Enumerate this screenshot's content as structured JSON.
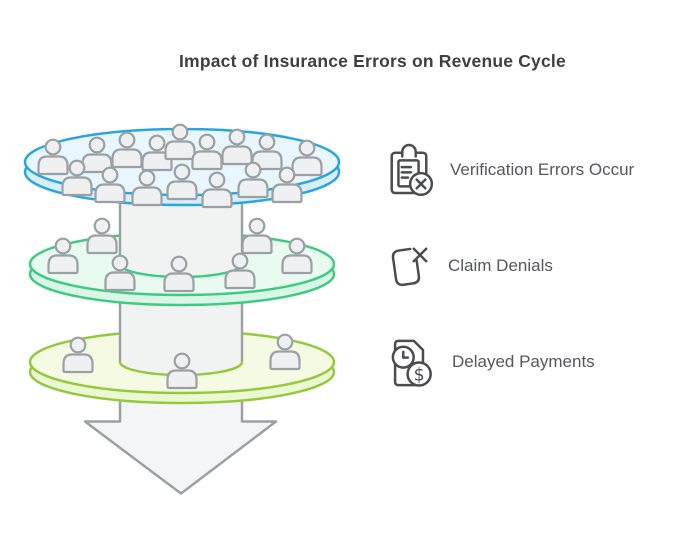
{
  "title": "Impact of Insurance Errors on Revenue Cycle",
  "funnel": {
    "tiers": [
      {
        "id": "tier-1",
        "people_count": 16,
        "ring_color": "#29a7dc",
        "surface_color": "#e9f6fd"
      },
      {
        "id": "tier-2",
        "people_count": 7,
        "ring_color": "#3dcb80",
        "surface_color": "#e9faf1"
      },
      {
        "id": "tier-3",
        "people_count": 3,
        "ring_color": "#94c93e",
        "surface_color": "#f4fbe2"
      }
    ],
    "person_color": "#9aa0a4",
    "cylinder_color": "#f1f2f2",
    "arrow_outline": "#9ba0a4"
  },
  "legend": {
    "items": [
      {
        "icon": "clipboard-x-circle-icon",
        "label": "Verification Errors Occur"
      },
      {
        "icon": "document-x-icon",
        "label": "Claim Denials"
      },
      {
        "icon": "invoice-clock-dollar-icon",
        "label": "Delayed Payments"
      }
    ]
  },
  "text_colors": {
    "title": "#3f3f41",
    "label": "#55575a"
  }
}
